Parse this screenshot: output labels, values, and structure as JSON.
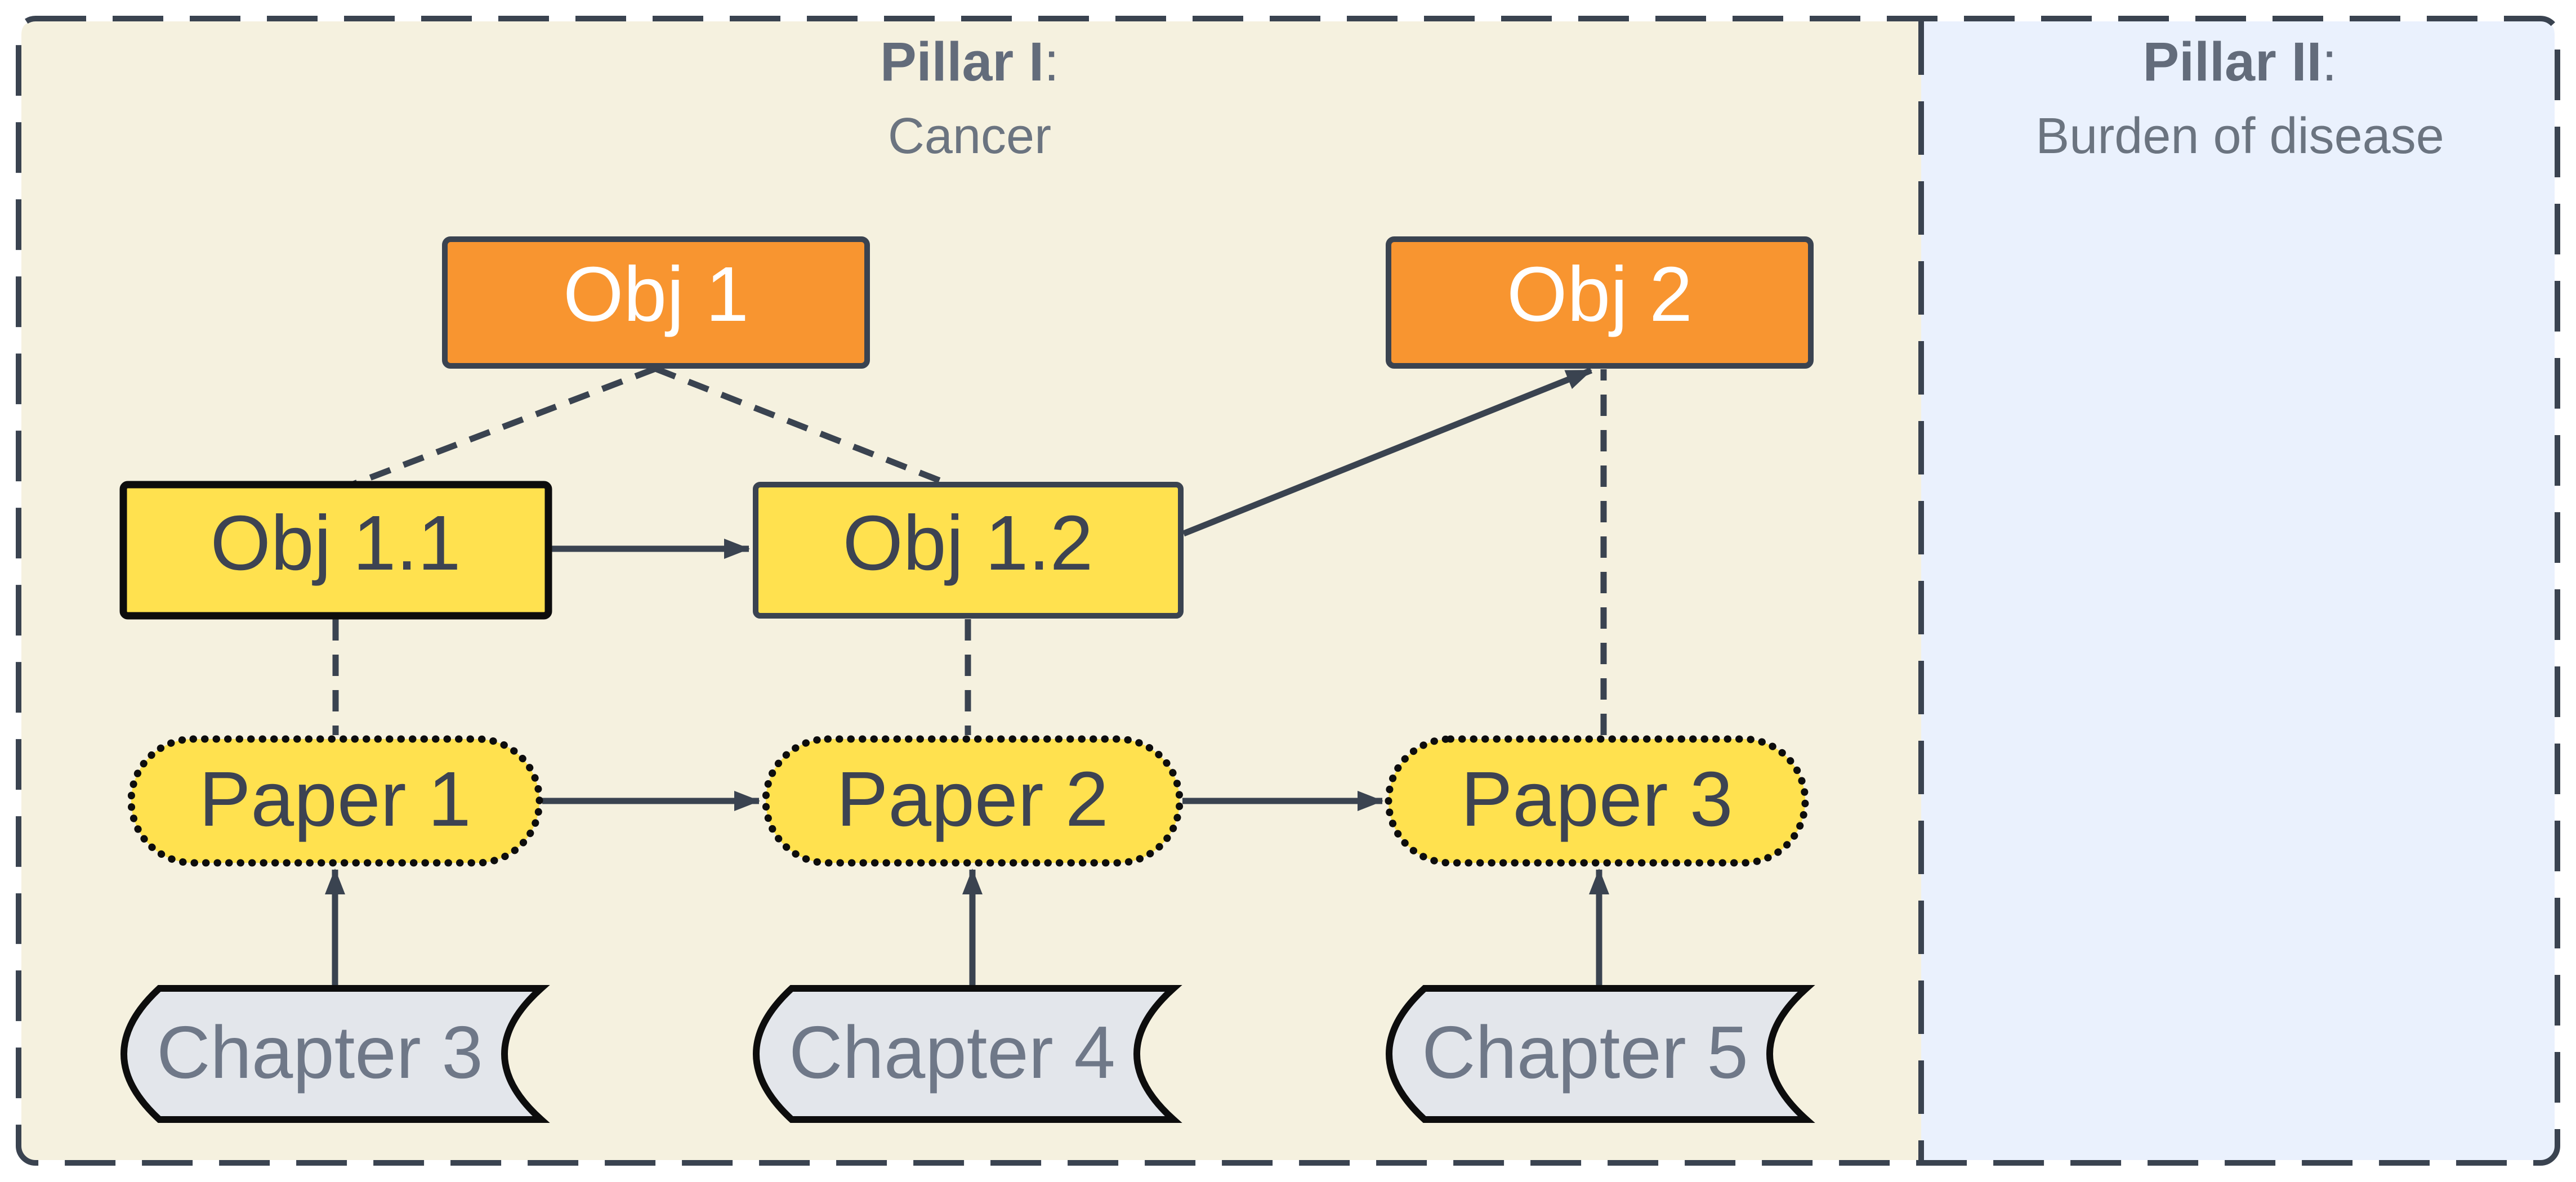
{
  "diagram": {
    "pillars": [
      {
        "name": "Pillar I",
        "colon": ":",
        "subtitle": "Cancer"
      },
      {
        "name": "Pillar II",
        "colon": ":",
        "subtitle": "Burden of disease"
      }
    ],
    "nodes": {
      "obj1": {
        "label": "Obj 1",
        "type": "objective"
      },
      "obj2": {
        "label": "Obj 2",
        "type": "objective"
      },
      "obj11": {
        "label": "Obj 1.1",
        "type": "sub-objective"
      },
      "obj12": {
        "label": "Obj 1.2",
        "type": "sub-objective"
      },
      "paper1": {
        "label": "Paper 1",
        "type": "paper"
      },
      "paper2": {
        "label": "Paper 2",
        "type": "paper"
      },
      "paper3": {
        "label": "Paper 3",
        "type": "paper"
      },
      "chapter3": {
        "label": "Chapter 3",
        "type": "chapter"
      },
      "chapter4": {
        "label": "Chapter 4",
        "type": "chapter"
      },
      "chapter5": {
        "label": "Chapter 5",
        "type": "chapter"
      }
    },
    "edges": [
      {
        "from": "obj1",
        "to": "obj11",
        "style": "dashed",
        "arrow": false
      },
      {
        "from": "obj1",
        "to": "obj12",
        "style": "dashed",
        "arrow": false
      },
      {
        "from": "obj11",
        "to": "obj12",
        "style": "solid",
        "arrow": true
      },
      {
        "from": "obj12",
        "to": "obj2",
        "style": "solid",
        "arrow": true
      },
      {
        "from": "obj11",
        "to": "paper1",
        "style": "dashed",
        "arrow": false
      },
      {
        "from": "obj12",
        "to": "paper2",
        "style": "dashed",
        "arrow": false
      },
      {
        "from": "paper3",
        "to": "obj2",
        "style": "dashed",
        "arrow": false
      },
      {
        "from": "paper1",
        "to": "paper2",
        "style": "solid",
        "arrow": true
      },
      {
        "from": "paper2",
        "to": "paper3",
        "style": "solid",
        "arrow": true
      },
      {
        "from": "chapter3",
        "to": "paper1",
        "style": "solid",
        "arrow": true
      },
      {
        "from": "chapter4",
        "to": "paper2",
        "style": "solid",
        "arrow": true
      },
      {
        "from": "chapter5",
        "to": "paper3",
        "style": "solid",
        "arrow": true
      }
    ],
    "colors": {
      "page_background": "#ffffff",
      "pillar1_background": "#f5f1df",
      "pillar2_background": "#eaf1fd",
      "outline": "#3a4350",
      "objective_fill": "#f89530",
      "objective_text": "#ffffff",
      "sub_objective_fill": "#ffe14f",
      "sub_objective_text": "#3d4352",
      "highlight_border": "#0d0d0d",
      "paper_fill": "#ffe14f",
      "chapter_fill": "#e3e6eb",
      "chapter_text": "#6f7888",
      "pillar_title_text": "#636c7b"
    }
  }
}
